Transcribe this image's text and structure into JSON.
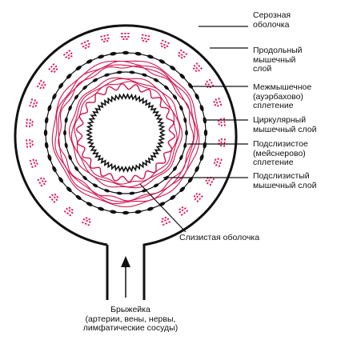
{
  "labels": {
    "serosa": "Серозная\nоболочка",
    "longitudinal": "Продольный\nмышечный\nслой",
    "auerbach": "Межмышечное\n(ауэрбахово)\nсплетение",
    "circular": "Циркулярный\nмышечный слой",
    "meissner": "Подслизистое\n(мейснерово)\nсплетение",
    "submucosal_muscle": "Подслизистый\nмышечный слой",
    "mucosa": "Слизистая оболочка",
    "mesentery": "Брыжейка\n(артерии, вены, нервы,\nлимфатические сосуды)"
  },
  "colors": {
    "outline": "#111111",
    "vessels": "#e0195a",
    "muscle": "#d0174f",
    "plexus": "#111111"
  }
}
